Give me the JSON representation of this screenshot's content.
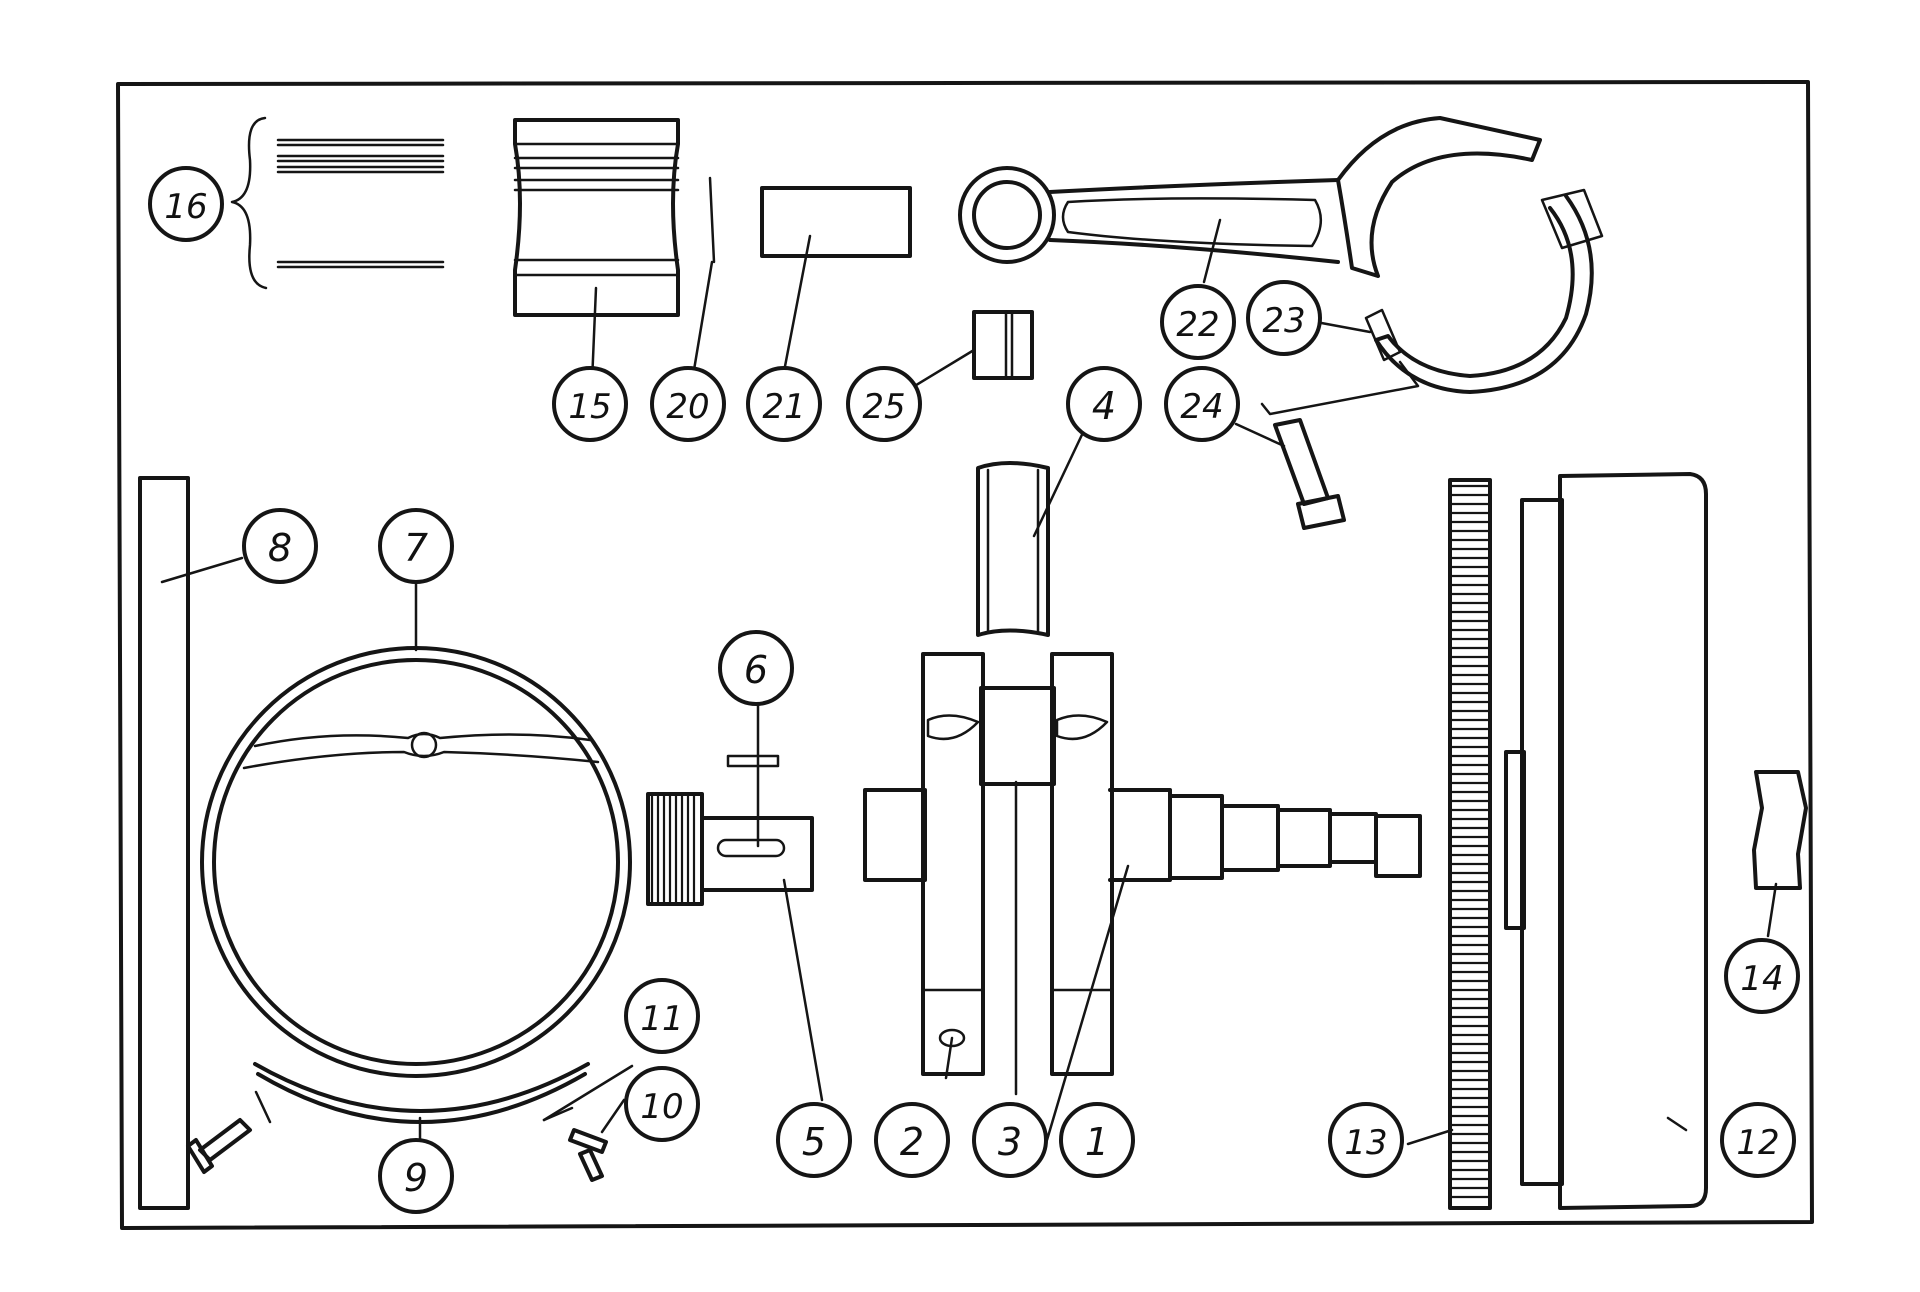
{
  "diagram": {
    "callouts": [
      {
        "id": "c1",
        "label": "1"
      },
      {
        "id": "c2",
        "label": "2"
      },
      {
        "id": "c3",
        "label": "3"
      },
      {
        "id": "c4",
        "label": "4"
      },
      {
        "id": "c5",
        "label": "5"
      },
      {
        "id": "c6",
        "label": "6"
      },
      {
        "id": "c7",
        "label": "7"
      },
      {
        "id": "c8",
        "label": "8"
      },
      {
        "id": "c9",
        "label": "9"
      },
      {
        "id": "c10",
        "label": "10"
      },
      {
        "id": "c11",
        "label": "11"
      },
      {
        "id": "c12",
        "label": "12"
      },
      {
        "id": "c13",
        "label": "13"
      },
      {
        "id": "c14",
        "label": "14"
      },
      {
        "id": "c15",
        "label": "15"
      },
      {
        "id": "c16",
        "label": "16"
      },
      {
        "id": "c20",
        "label": "20"
      },
      {
        "id": "c21",
        "label": "21"
      },
      {
        "id": "c22",
        "label": "22"
      },
      {
        "id": "c23",
        "label": "23"
      },
      {
        "id": "c24",
        "label": "24"
      },
      {
        "id": "c25",
        "label": "25"
      }
    ],
    "ink_color": "#151515",
    "background_color": "#ffffff"
  }
}
